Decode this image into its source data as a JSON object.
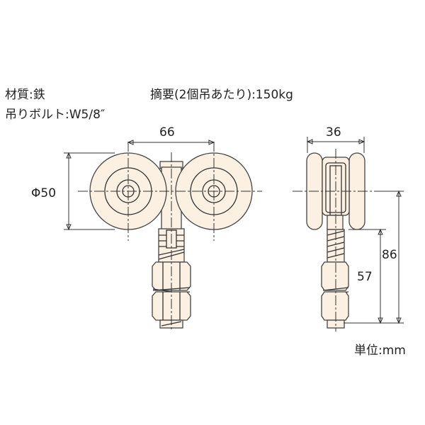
{
  "specs": {
    "material": "材質:鉄",
    "hanging_bolt": "吊りボルト:W5/8″",
    "summary": "摘要(2個吊あたり):150kg"
  },
  "dimensions": {
    "wheel_pitch": "66",
    "wheel_diameter": "Φ50",
    "width": "36",
    "total_height": "86",
    "bolt_length": "57"
  },
  "unit": "単位:mm"
}
